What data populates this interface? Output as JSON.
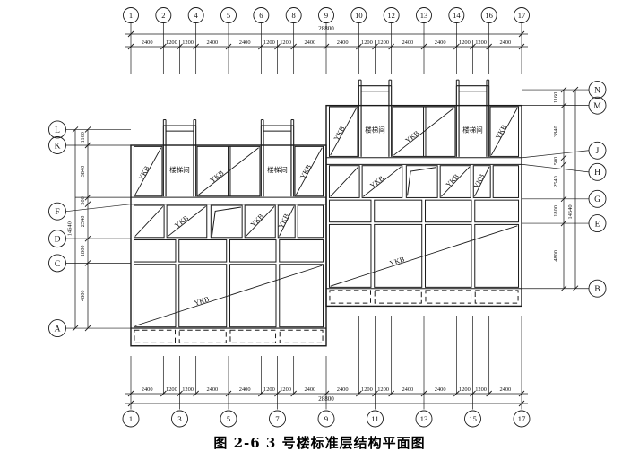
{
  "figure": {
    "caption": "图 2-6 3 号楼标准层结构平面图"
  },
  "labels": {
    "slab_mark": "YKB",
    "stairwell": "楼梯间"
  },
  "grid": {
    "top_axes": [
      {
        "label": "1",
        "mm": 0
      },
      {
        "label": "2",
        "mm": 2400
      },
      {
        "label": "4",
        "mm": 4800
      },
      {
        "label": "5",
        "mm": 7200
      },
      {
        "label": "6",
        "mm": 9600
      },
      {
        "label": "8",
        "mm": 12000
      },
      {
        "label": "9",
        "mm": 14400
      },
      {
        "label": "10",
        "mm": 16800
      },
      {
        "label": "12",
        "mm": 19200
      },
      {
        "label": "13",
        "mm": 21600
      },
      {
        "label": "14",
        "mm": 24000
      },
      {
        "label": "16",
        "mm": 26400
      },
      {
        "label": "17",
        "mm": 28800
      }
    ],
    "bottom_axes": [
      {
        "label": "1",
        "mm": 0
      },
      {
        "label": "3",
        "mm": 3600
      },
      {
        "label": "5",
        "mm": 7200
      },
      {
        "label": "7",
        "mm": 10800
      },
      {
        "label": "9",
        "mm": 14400
      },
      {
        "label": "11",
        "mm": 18000
      },
      {
        "label": "13",
        "mm": 21600
      },
      {
        "label": "15",
        "mm": 25200
      },
      {
        "label": "17",
        "mm": 28800
      }
    ],
    "left_axes": [
      {
        "label": "L",
        "mm": -1160
      },
      {
        "label": "K",
        "mm": 0
      },
      {
        "label": "F",
        "mm": 4340
      },
      {
        "label": "D",
        "mm": 6880
      },
      {
        "label": "C",
        "mm": 8680
      },
      {
        "label": "A",
        "mm": 13480
      }
    ],
    "right_axes": [
      {
        "label": "N",
        "mm": -1160
      },
      {
        "label": "M",
        "mm": 0
      },
      {
        "label": "J",
        "mm": 3840
      },
      {
        "label": "H",
        "mm": 4340
      },
      {
        "label": "G",
        "mm": 6880
      },
      {
        "label": "E",
        "mm": 8680
      },
      {
        "label": "B",
        "mm": 13480
      }
    ],
    "h_tick_mms": [
      0,
      2400,
      3600,
      4800,
      7200,
      9600,
      10800,
      12000,
      14400,
      16800,
      18000,
      19200,
      21600,
      24000,
      25200,
      26400,
      28800
    ],
    "v_tick_mms": [
      -1160,
      0,
      3840,
      4340,
      6880,
      8680,
      13480
    ]
  },
  "dimensions": {
    "top_segments": [
      2400,
      1200,
      1200,
      2400,
      2400,
      1200,
      1200,
      2400,
      2400,
      1200,
      1200,
      2400,
      2400,
      1200,
      1200,
      2400
    ],
    "top_total": "28800",
    "bottom_segments": [
      2400,
      1200,
      1200,
      2400,
      2400,
      1200,
      1200,
      2400,
      2400,
      1200,
      1200,
      2400,
      2400,
      1200,
      1200,
      2400
    ],
    "bottom_total": "28800",
    "left_segments": [
      1160,
      3840,
      500,
      2540,
      1800,
      4800
    ],
    "left_total": "14640",
    "right_segments": [
      1160,
      3840,
      500,
      2540,
      1800,
      4800
    ],
    "right_total": "14640"
  },
  "colors": {
    "line": "#1a1a1a",
    "background": "#ffffff"
  }
}
